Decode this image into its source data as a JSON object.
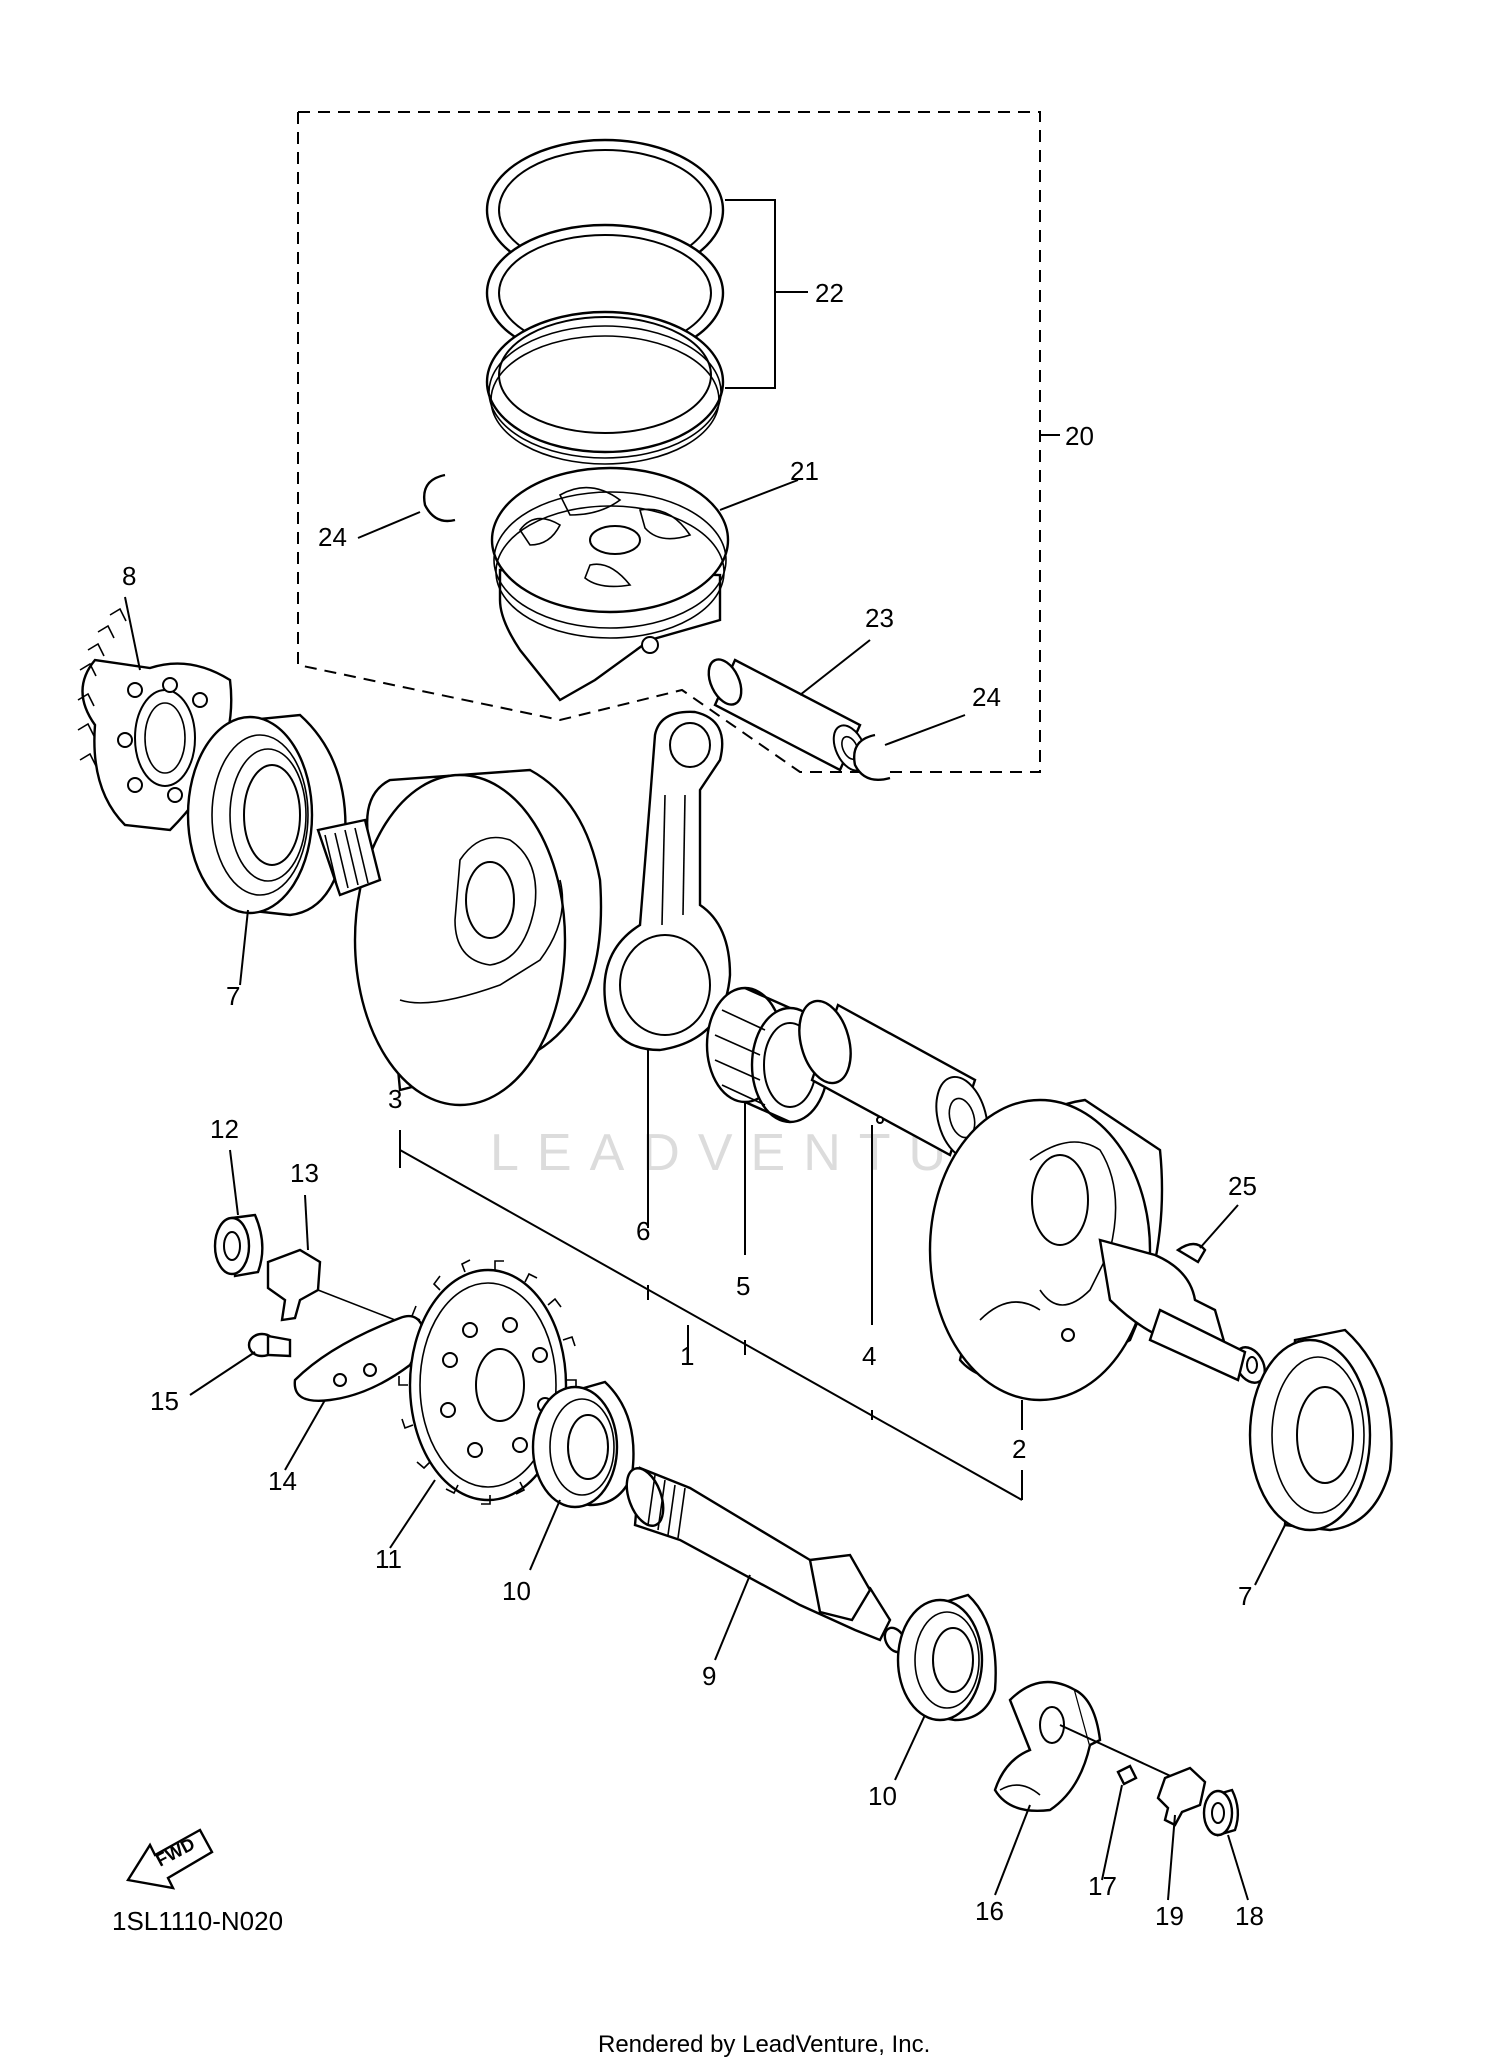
{
  "watermark": "LEADVENTURE",
  "diagram_code": "1SL1110-N020",
  "footer": "Rendered by LeadVenture, Inc.",
  "fwd_label": "FWD",
  "callouts": {
    "c1": "1",
    "c2": "2",
    "c3": "3",
    "c4": "4",
    "c5": "5",
    "c6": "6",
    "c7a": "7",
    "c7b": "7",
    "c8": "8",
    "c9": "9",
    "c10a": "10",
    "c10b": "10",
    "c11": "11",
    "c12": "12",
    "c13": "13",
    "c14": "14",
    "c15": "15",
    "c16": "16",
    "c17": "17",
    "c18": "18",
    "c19": "19",
    "c20": "20",
    "c21": "21",
    "c22": "22",
    "c23": "23",
    "c24a": "24",
    "c24b": "24",
    "c25": "25"
  }
}
